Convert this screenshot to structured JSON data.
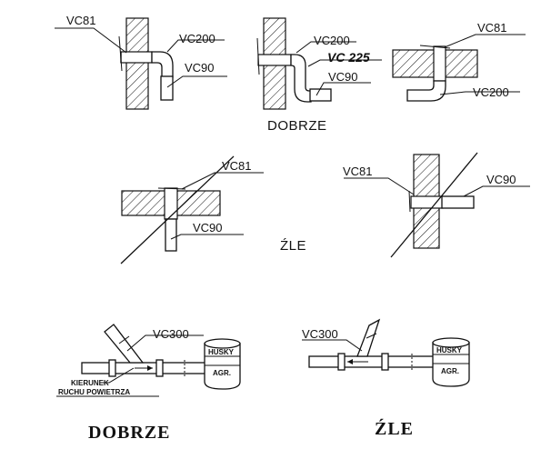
{
  "labels": {
    "vc81": "VC81",
    "vc200": "VC200",
    "vc90": "VC90",
    "vc225": "VC 225",
    "vc300": "VC300",
    "husky": "HUSKY",
    "agr": "AGR.",
    "kierunek_line1": "KIERUNEK",
    "kierunek_line2": "RUCHU POWIETRZA"
  },
  "captions": {
    "dobrze_top": "DOBRZE",
    "zle_mid": "ŹLE",
    "dobrze_bottom": "DOBRZE",
    "zle_bottom": "ŹLE"
  }
}
